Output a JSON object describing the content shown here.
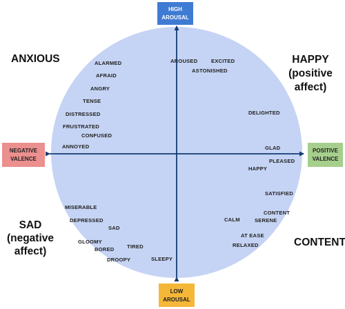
{
  "colors": {
    "circle_fill": "#c5d4f4",
    "axis": "#123a73",
    "high_box": "#3f7bd3",
    "low_box": "#f5b738",
    "negative_box": "#ec8f8f",
    "positive_box": "#a6cf8d"
  },
  "boxes": {
    "high": [
      "HIGH",
      "AROUSAL"
    ],
    "low": [
      "LOW",
      "AROUSAL"
    ],
    "negative": [
      "NEGATIVE",
      "VALENCE"
    ],
    "positive": [
      "POSITIVE",
      "VALENCE"
    ]
  },
  "quadrants": {
    "anxious": [
      "ANXIOUS"
    ],
    "happy": [
      "HAPPY",
      "(positive",
      "affect)"
    ],
    "sad": [
      "SAD",
      "(negative",
      "affect)"
    ],
    "content": [
      "CONTENT"
    ]
  },
  "emotions": {
    "alarmed": "ALARMED",
    "afraid": "AFRAID",
    "angry": "ANGRY",
    "tense": "TENSE",
    "distressed": "DISTRESSED",
    "frustrated": "FRUSTRATED",
    "confused": "CONFUSED",
    "annoyed": "ANNOYED",
    "aroused": "AROUSED",
    "excited": "EXCITED",
    "astonished": "ASTONISHED",
    "delighted": "DELIGHTED",
    "glad": "GLAD",
    "pleased": "PLEASED",
    "happy": "HAPPY",
    "satisfied": "SATISFIED",
    "content": "CONTENT",
    "serene": "SERENE",
    "calm": "CALM",
    "at_ease": "AT EASE",
    "relaxed": "RELAXED",
    "miserable": "MISERABLE",
    "depressed": "DEPRESSED",
    "sad": "SAD",
    "gloomy": "GLOOMY",
    "bored": "BORED",
    "tired": "TIRED",
    "droopy": "DROOPY",
    "sleepy": "SLEEPY"
  }
}
